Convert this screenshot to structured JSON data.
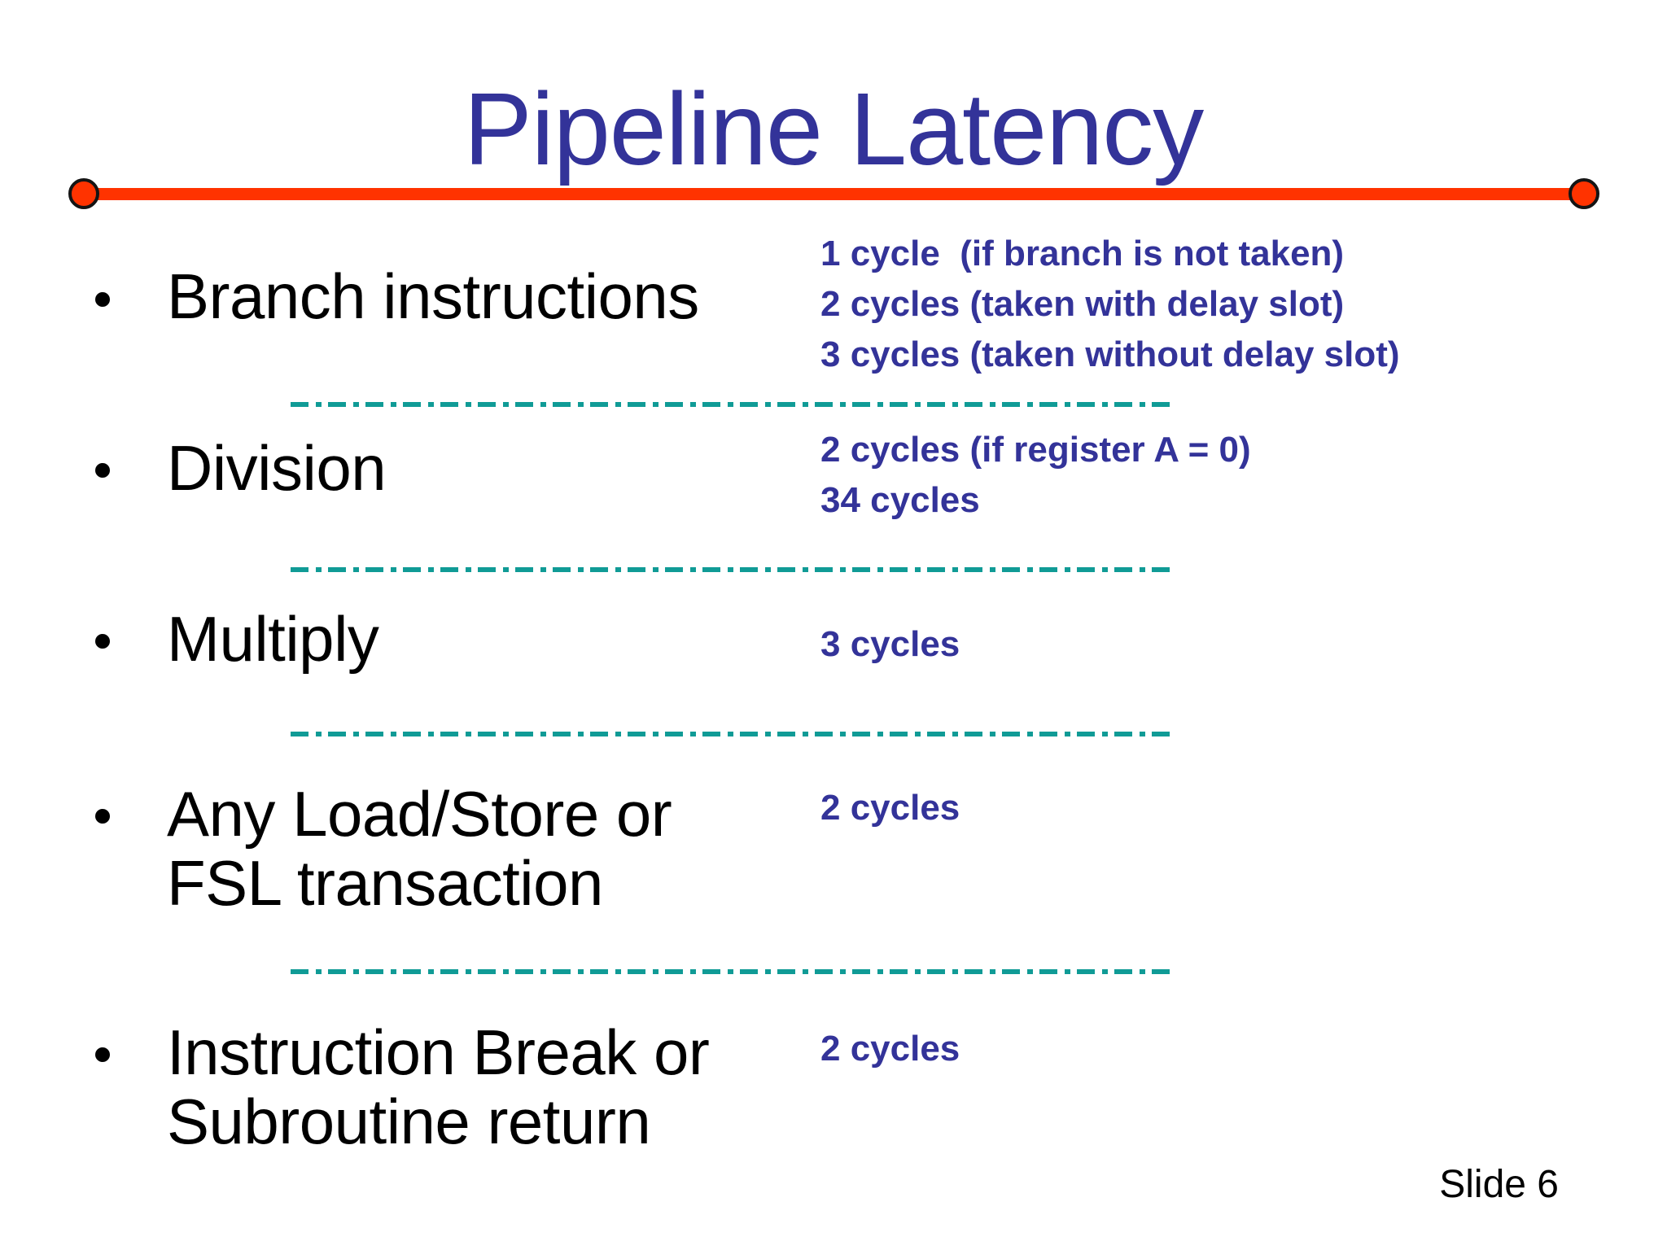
{
  "slide": {
    "title": "Pipeline Latency",
    "slide_number": "Slide 6",
    "colors": {
      "title_blue": "#333399",
      "latency_blue": "#333399",
      "divider_teal": "#109B96",
      "rule_red": "#FF3300",
      "body_black": "#000000"
    },
    "items": [
      {
        "label": "Branch instructions",
        "latency": "1 cycle  (if branch is not taken)\n2 cycles (taken with delay slot)\n3 cycles (taken without delay slot)"
      },
      {
        "label": "Division",
        "latency": "2 cycles (if register A = 0)\n34 cycles"
      },
      {
        "label": "Multiply",
        "latency": "3 cycles"
      },
      {
        "label": "Any Load/Store or\nFSL transaction",
        "latency": "2 cycles"
      },
      {
        "label": "Instruction Break or\nSubroutine return",
        "latency": "2 cycles"
      }
    ]
  }
}
